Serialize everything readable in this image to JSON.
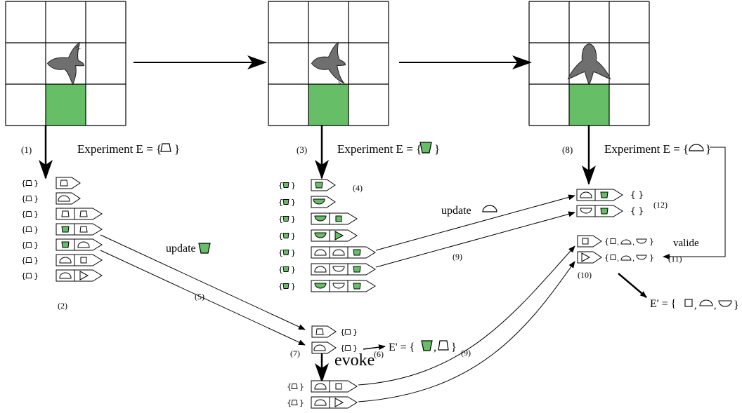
{
  "colors": {
    "green": "#66bf66",
    "bird": "#6f6f6f",
    "line": "#000000"
  },
  "icons": {
    "square": "square-icon",
    "trapezoid": "trapezoid-icon",
    "half_circle": "half-circle-icon",
    "inverted_half_circle": "inverted-half-circle-icon",
    "triangle": "triangle-icon"
  },
  "steps": {
    "s1": "(1)",
    "s2": "(2)",
    "s3": "(3)",
    "s4": "(4)",
    "s5": "(5)",
    "s6": "(6)",
    "s7": "(7)",
    "s8": "(8)",
    "s9a": "(9)",
    "s9b": "(9)",
    "s10": "(10)",
    "s11": "(11)",
    "s12": "(12)"
  },
  "experiments": {
    "e1": "Experiment E = {",
    "e2": "Experiment E = {",
    "e3": "Experiment E = {"
  },
  "labels": {
    "update_green": "update",
    "update_half": "update",
    "valide": "valide",
    "evoke": "evoke",
    "eprime1": "E' = {",
    "eprime2": "E' = {",
    "empty_set": "{ }"
  }
}
